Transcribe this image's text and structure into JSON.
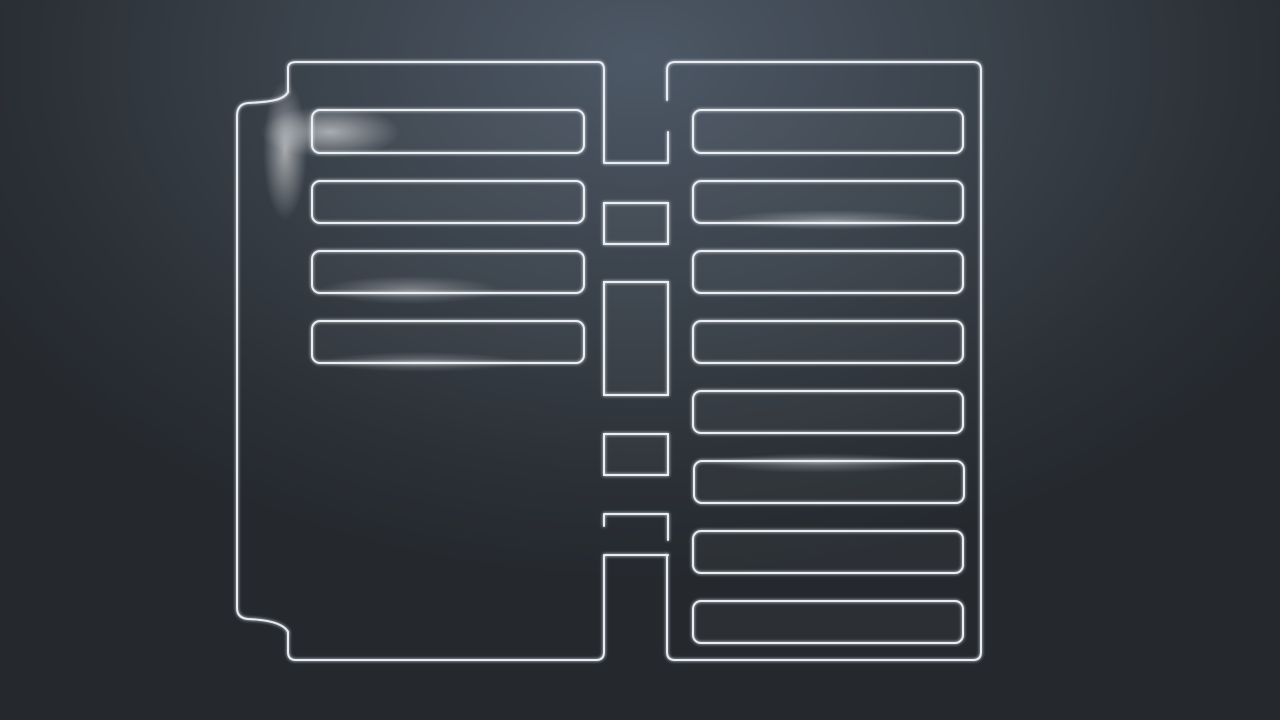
{
  "colors": {
    "background": "#2c3136",
    "line": "#e6ecf2",
    "highlight": "#ffffff"
  },
  "diagram": {
    "left_panel_slot_count": 4,
    "right_panel_slot_count": 8,
    "connector_block_count": 5
  }
}
